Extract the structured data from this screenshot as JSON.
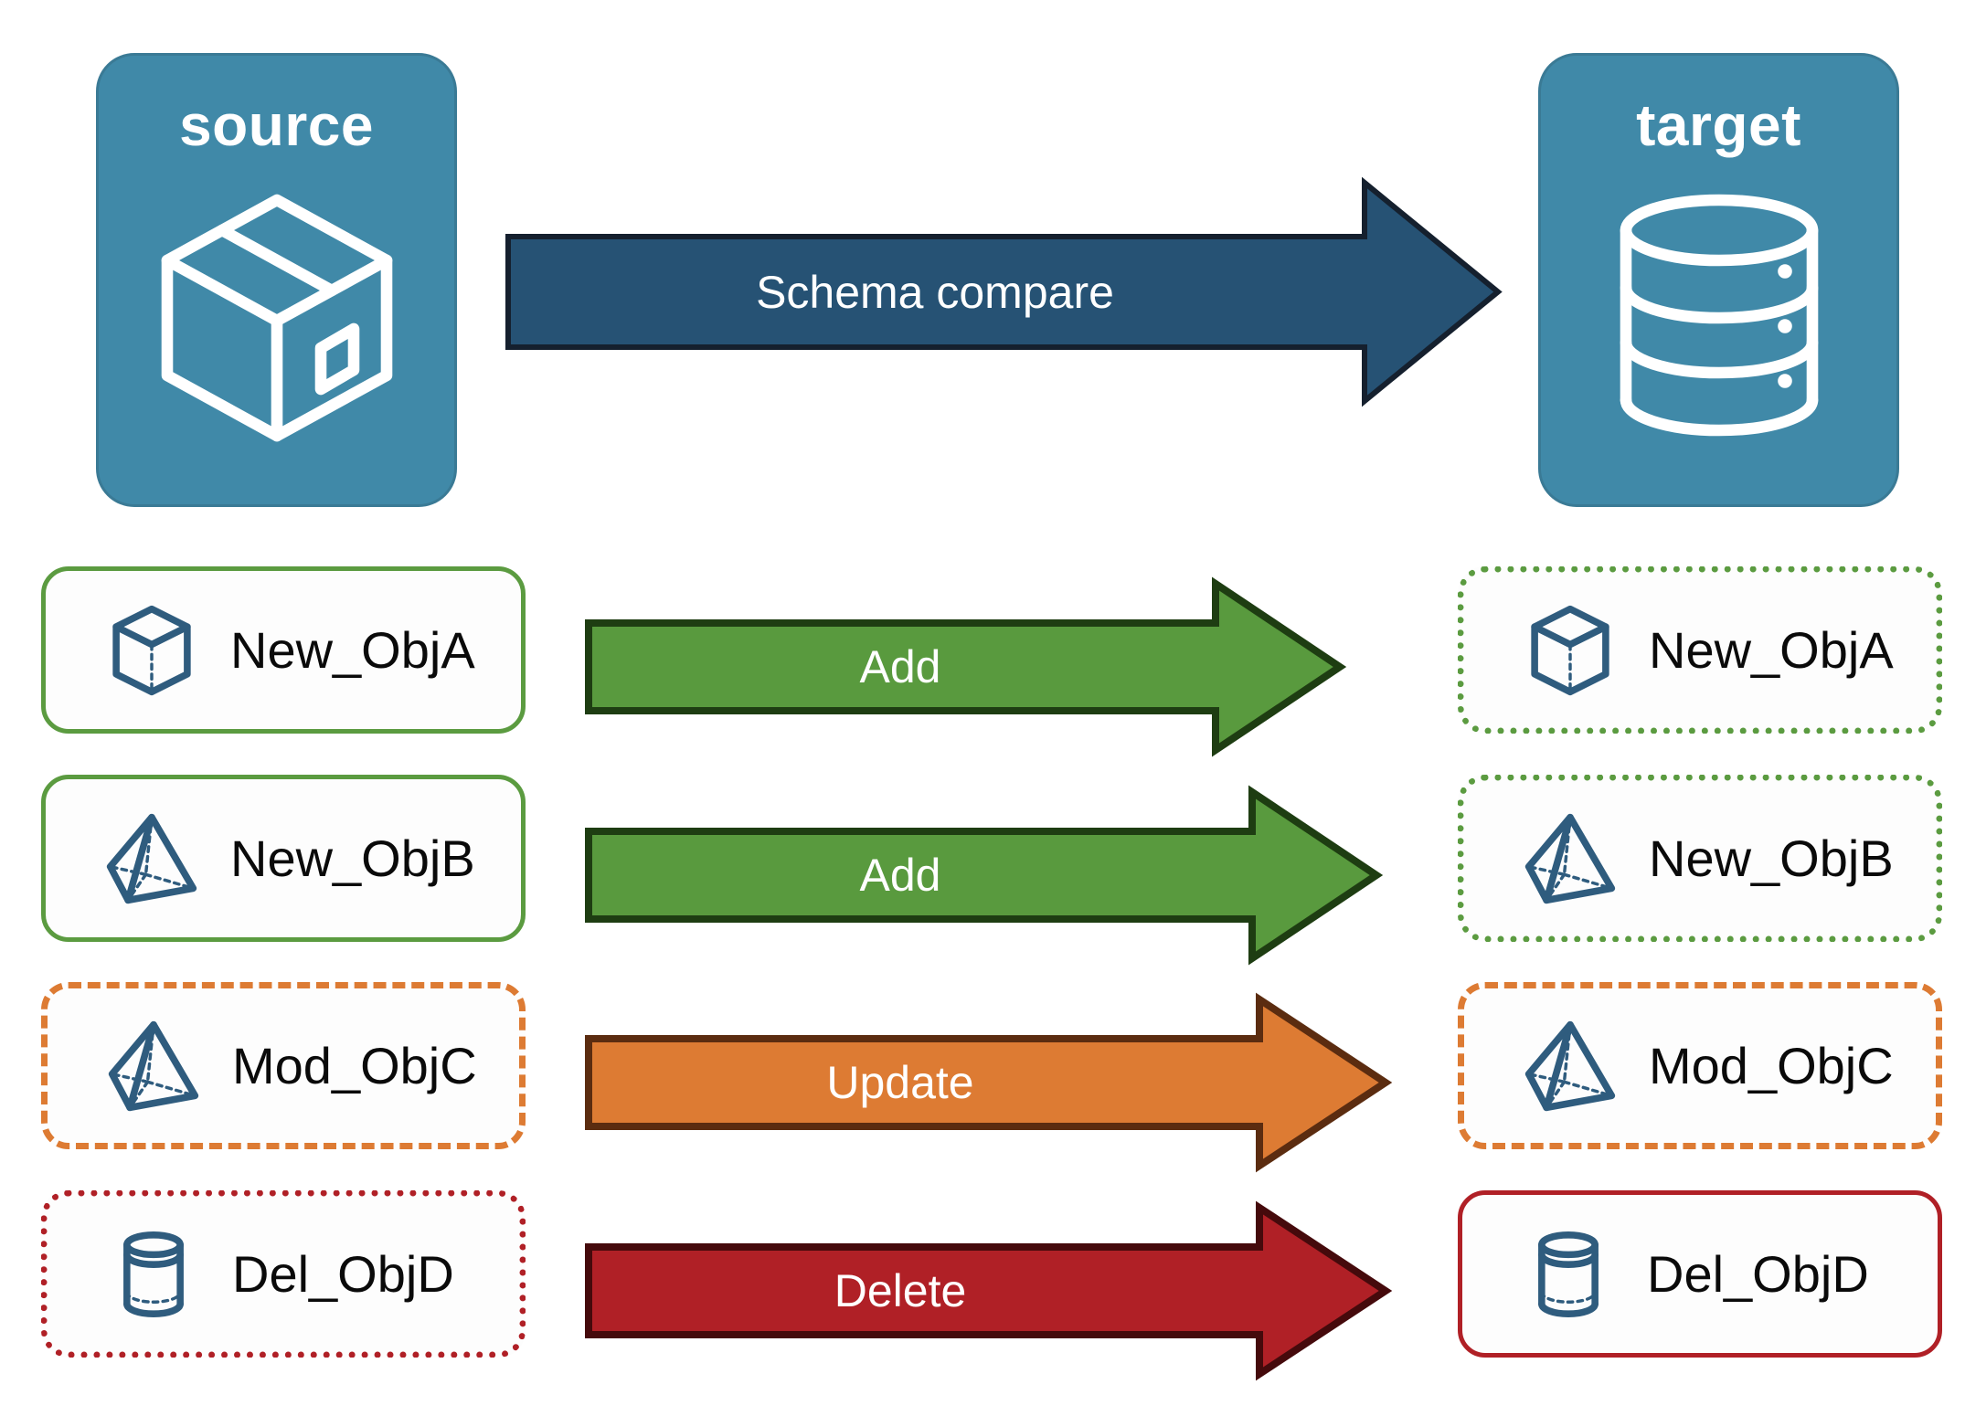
{
  "diagram": {
    "title": "Schema compare source to target",
    "colors": {
      "endpoint_fill": "#4089A8",
      "endpoint_border": "#3A7A95",
      "compare_arrow_fill": "#265274",
      "compare_arrow_border": "#15202E",
      "add_fill": "#599A3E",
      "add_border": "#1E3D12",
      "update_fill": "#DD7B33",
      "update_border": "#5B2C10",
      "delete_fill": "#B02026",
      "delete_border": "#450A0C",
      "object_icon": "#2F5C7E",
      "box_fill": "#FDFDFD",
      "green": "#5B9B40",
      "orange": "#DD7B33",
      "red": "#B02026"
    }
  },
  "endpoints": {
    "source": {
      "label": "source",
      "icon": "package-cube-icon"
    },
    "target": {
      "label": "target",
      "icon": "database-cylinder-icon"
    }
  },
  "compare_arrow": {
    "label": "Schema compare",
    "icon": "right-arrow-icon"
  },
  "rows": [
    {
      "source": {
        "label": "New_ObjA",
        "icon": "cube-3d-icon",
        "border": "solid-green"
      },
      "action": {
        "label": "Add",
        "kind": "add"
      },
      "target": {
        "label": "New_ObjA",
        "icon": "cube-3d-icon",
        "border": "dotted-green"
      }
    },
    {
      "source": {
        "label": "New_ObjB",
        "icon": "pyramid-3d-icon",
        "border": "solid-green"
      },
      "action": {
        "label": "Add",
        "kind": "add"
      },
      "target": {
        "label": "New_ObjB",
        "icon": "pyramid-3d-icon",
        "border": "dotted-green"
      }
    },
    {
      "source": {
        "label": "Mod_ObjC",
        "icon": "pyramid-3d-icon",
        "border": "dashed-orange"
      },
      "action": {
        "label": "Update",
        "kind": "update"
      },
      "target": {
        "label": "Mod_ObjC",
        "icon": "pyramid-3d-icon",
        "border": "dashed-orange"
      }
    },
    {
      "source": {
        "label": "Del_ObjD",
        "icon": "cylinder-3d-icon",
        "border": "dotted-red"
      },
      "action": {
        "label": "Delete",
        "kind": "delete"
      },
      "target": {
        "label": "Del_ObjD",
        "icon": "cylinder-3d-icon",
        "border": "solid-red"
      }
    }
  ]
}
